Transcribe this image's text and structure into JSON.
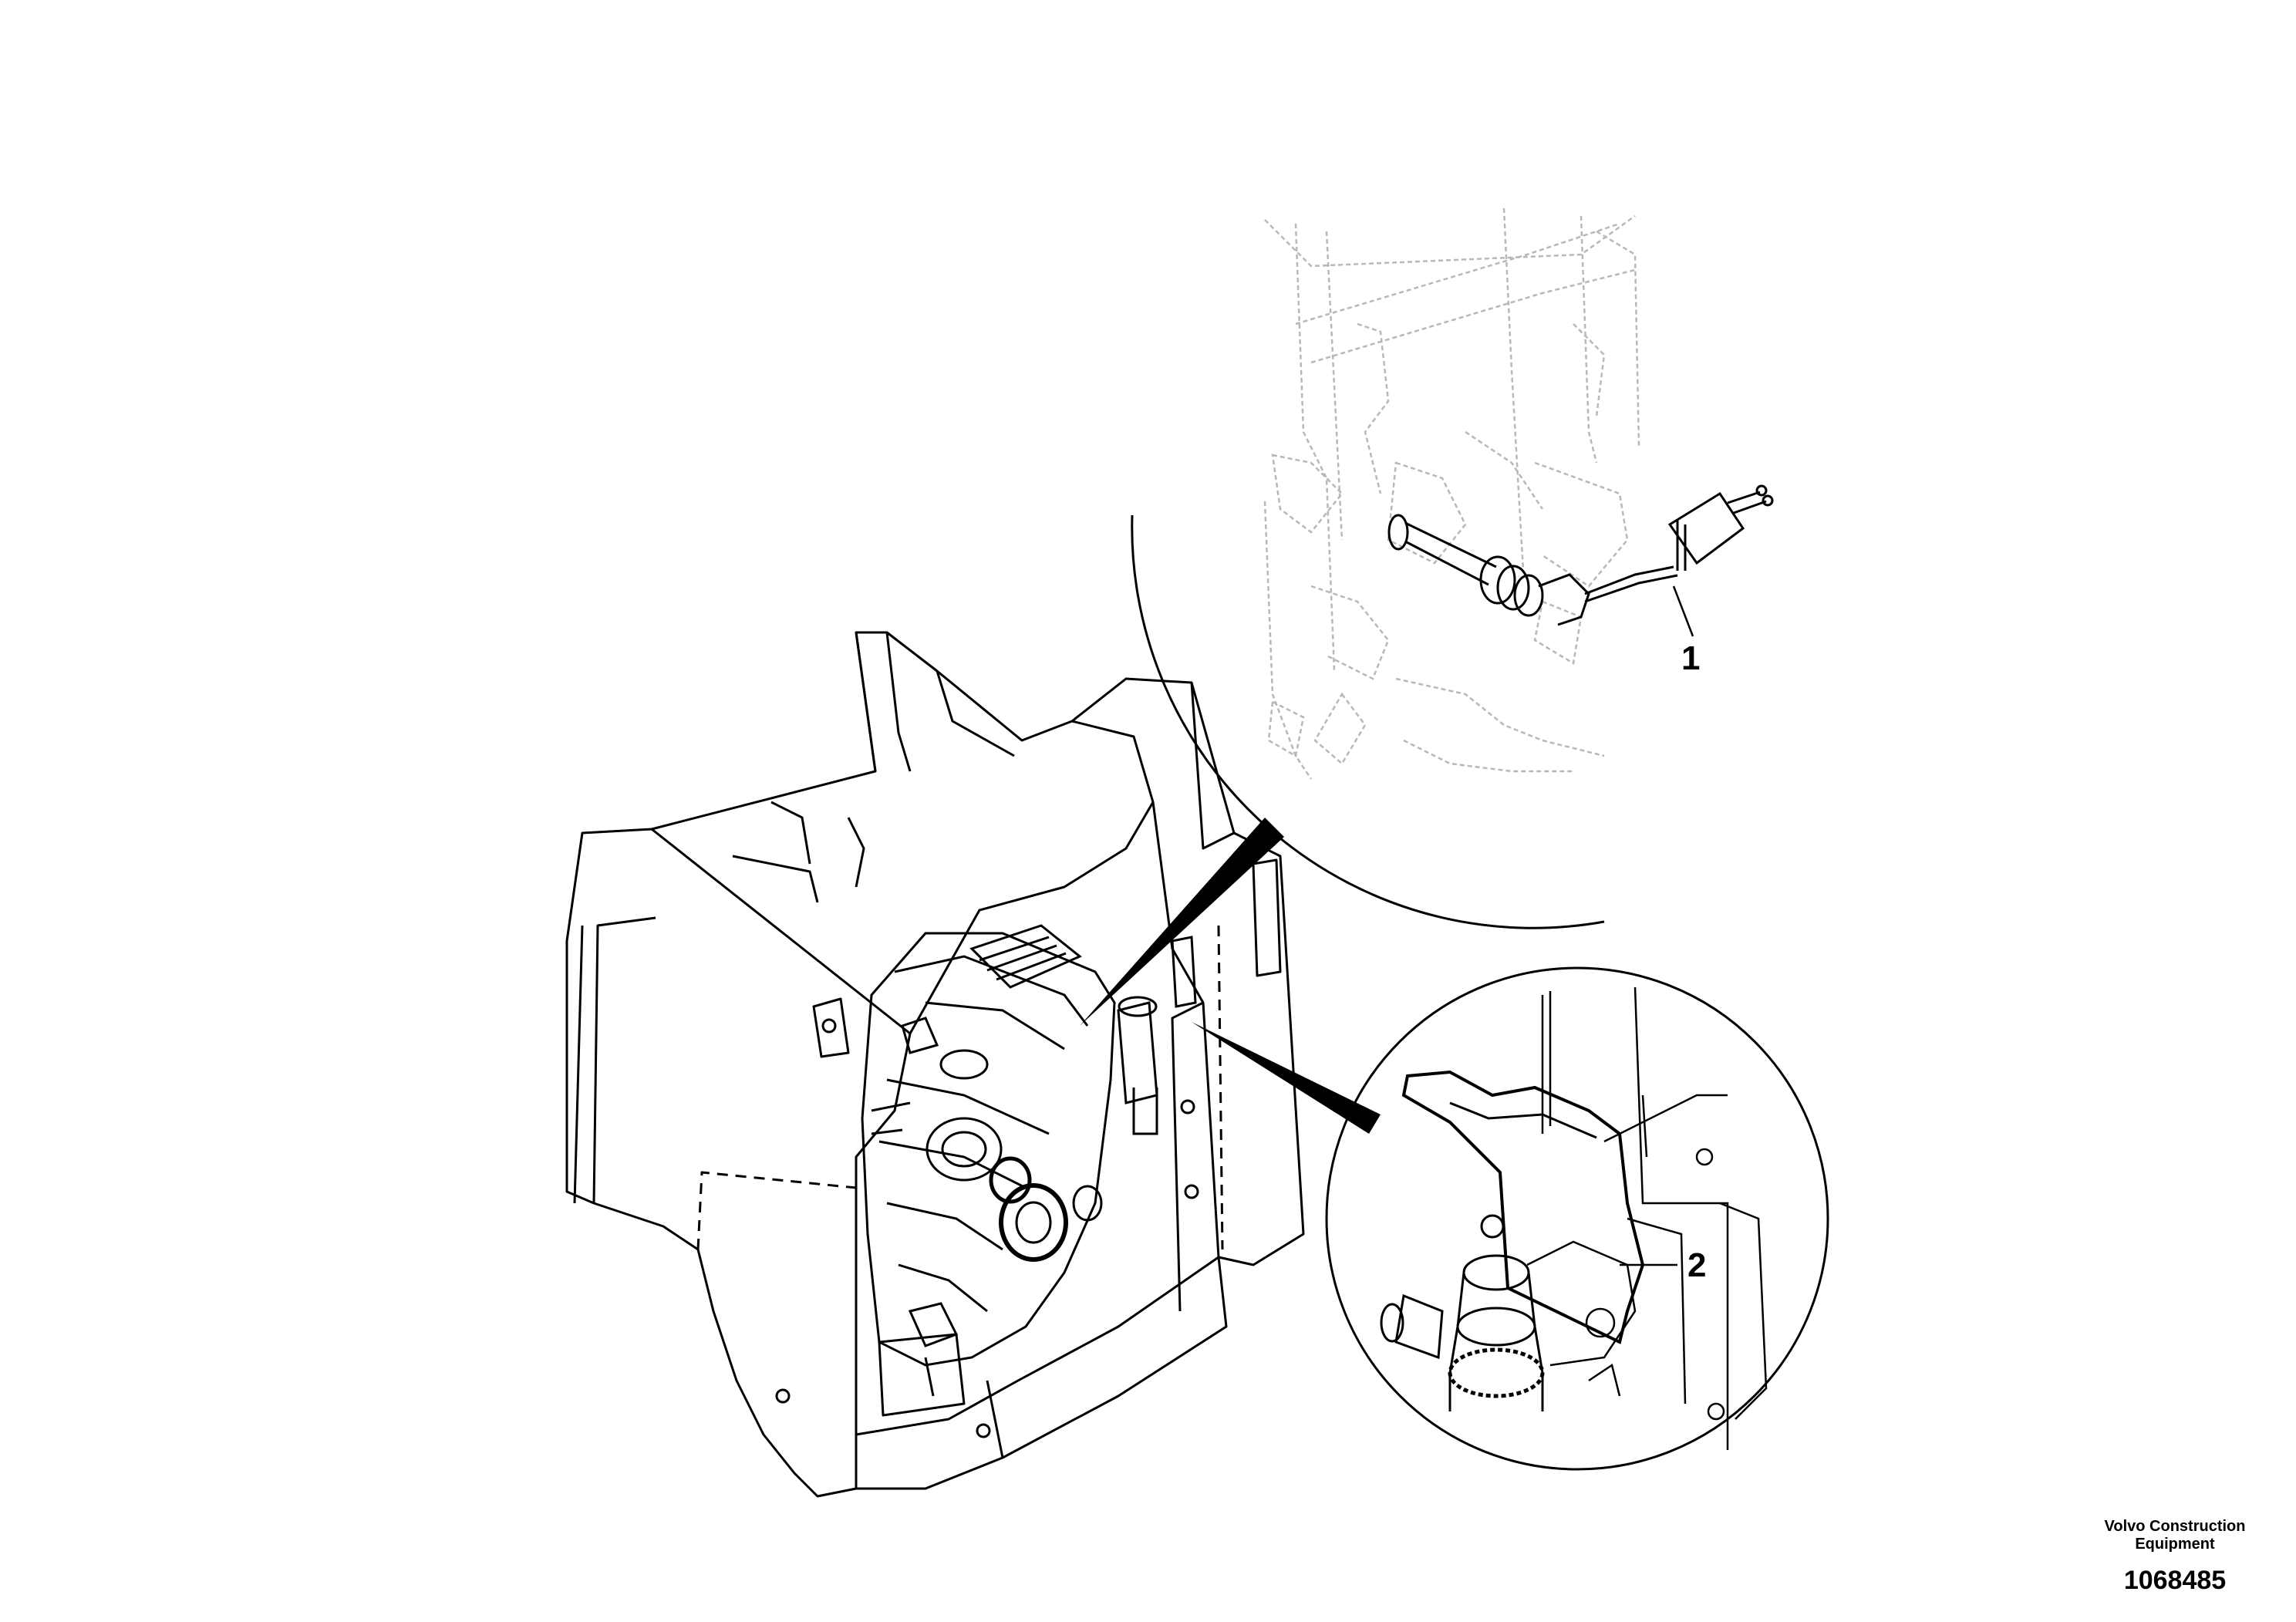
{
  "callouts": [
    {
      "id": "1",
      "label": "1"
    },
    {
      "id": "2",
      "label": "2"
    }
  ],
  "footer": {
    "brand": "Volvo Construction Equipment",
    "document_number": "1068485"
  },
  "colors": {
    "line": "#000000",
    "faint_line": "#b5b5b5",
    "background": "#ffffff"
  }
}
